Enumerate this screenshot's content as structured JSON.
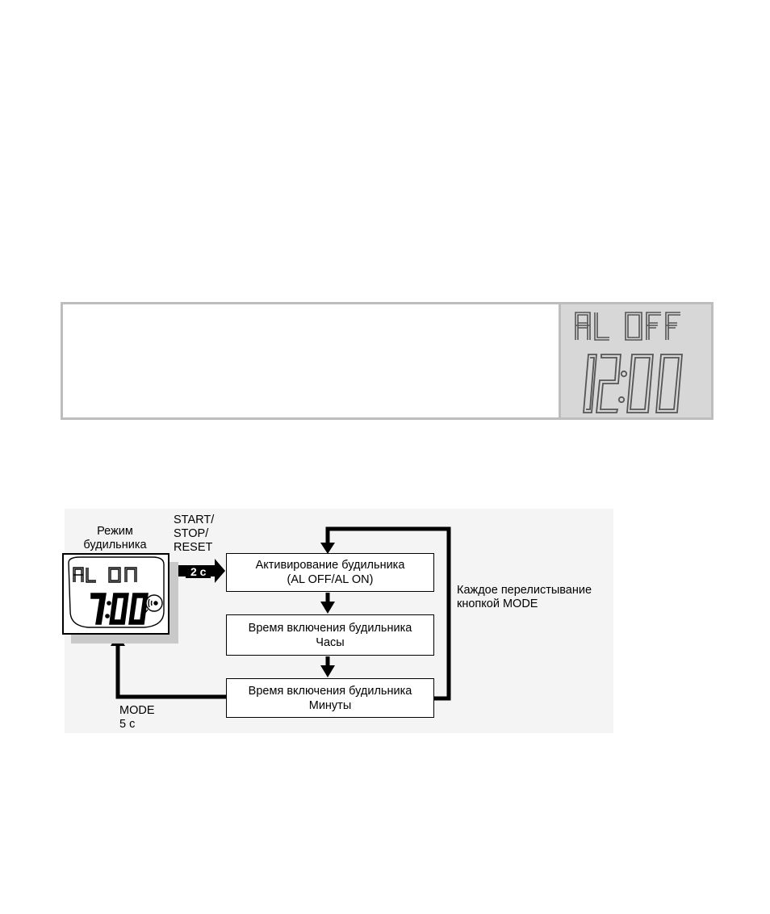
{
  "info_panel": {
    "lcd": {
      "line1": "AL OFF",
      "line2": "12:00"
    }
  },
  "diagram": {
    "mode_label": "Режим\nбудильника",
    "watch_display": {
      "line1": "AL ON",
      "line2": "7:00"
    },
    "start_label": "START/\nSTOP/\nRESET",
    "start_badge": "2 с",
    "boxes": [
      "Активирование будильника\n(AL OFF/AL ON)",
      "Время включения будильника\nЧасы",
      "Время включения будильника\nМинуты"
    ],
    "loop_label": "Каждое перелистывание\nкнопкой MODE",
    "mode_return_label": "MODE\n5 с"
  }
}
